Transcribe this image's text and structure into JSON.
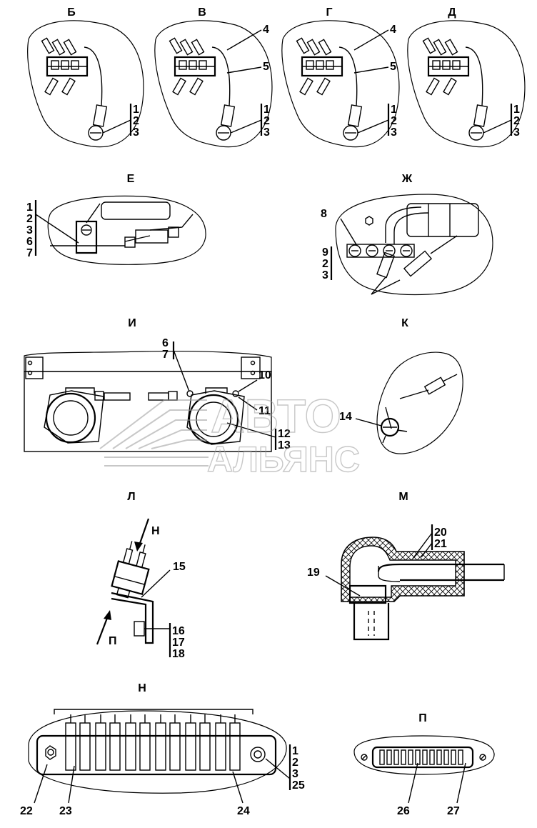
{
  "views": {
    "B": {
      "title": "Б",
      "labels": [
        "1",
        "2",
        "3"
      ]
    },
    "V": {
      "title": "В",
      "labels": [
        "4",
        "5",
        "1",
        "2",
        "3"
      ]
    },
    "G": {
      "title": "Г",
      "labels": [
        "4",
        "5",
        "1",
        "2",
        "3"
      ]
    },
    "D": {
      "title": "Д",
      "labels": [
        "1",
        "2",
        "3"
      ]
    },
    "E": {
      "title": "Е",
      "labels": [
        "1",
        "2",
        "3",
        "6",
        "7"
      ]
    },
    "Zh": {
      "title": "Ж",
      "labels": [
        "8",
        "9",
        "2",
        "3"
      ]
    },
    "I": {
      "title": "И",
      "labels": [
        "6",
        "7",
        "10",
        "11",
        "12",
        "13"
      ]
    },
    "K": {
      "title": "К",
      "labels": [
        "14"
      ]
    },
    "L": {
      "title": "Л",
      "labels": [
        "Н",
        "15",
        "П",
        "16",
        "17",
        "18"
      ]
    },
    "M": {
      "title": "М",
      "labels": [
        "20",
        "21",
        "19"
      ]
    },
    "N": {
      "title": "Н",
      "labels": [
        "1",
        "2",
        "3",
        "25",
        "22",
        "23",
        "24"
      ]
    },
    "P": {
      "title": "П",
      "labels": [
        "26",
        "27"
      ]
    }
  },
  "watermark": {
    "line1": "АВТО",
    "line2": "АЛЬЯНС",
    "color": "#9a9a9a"
  }
}
